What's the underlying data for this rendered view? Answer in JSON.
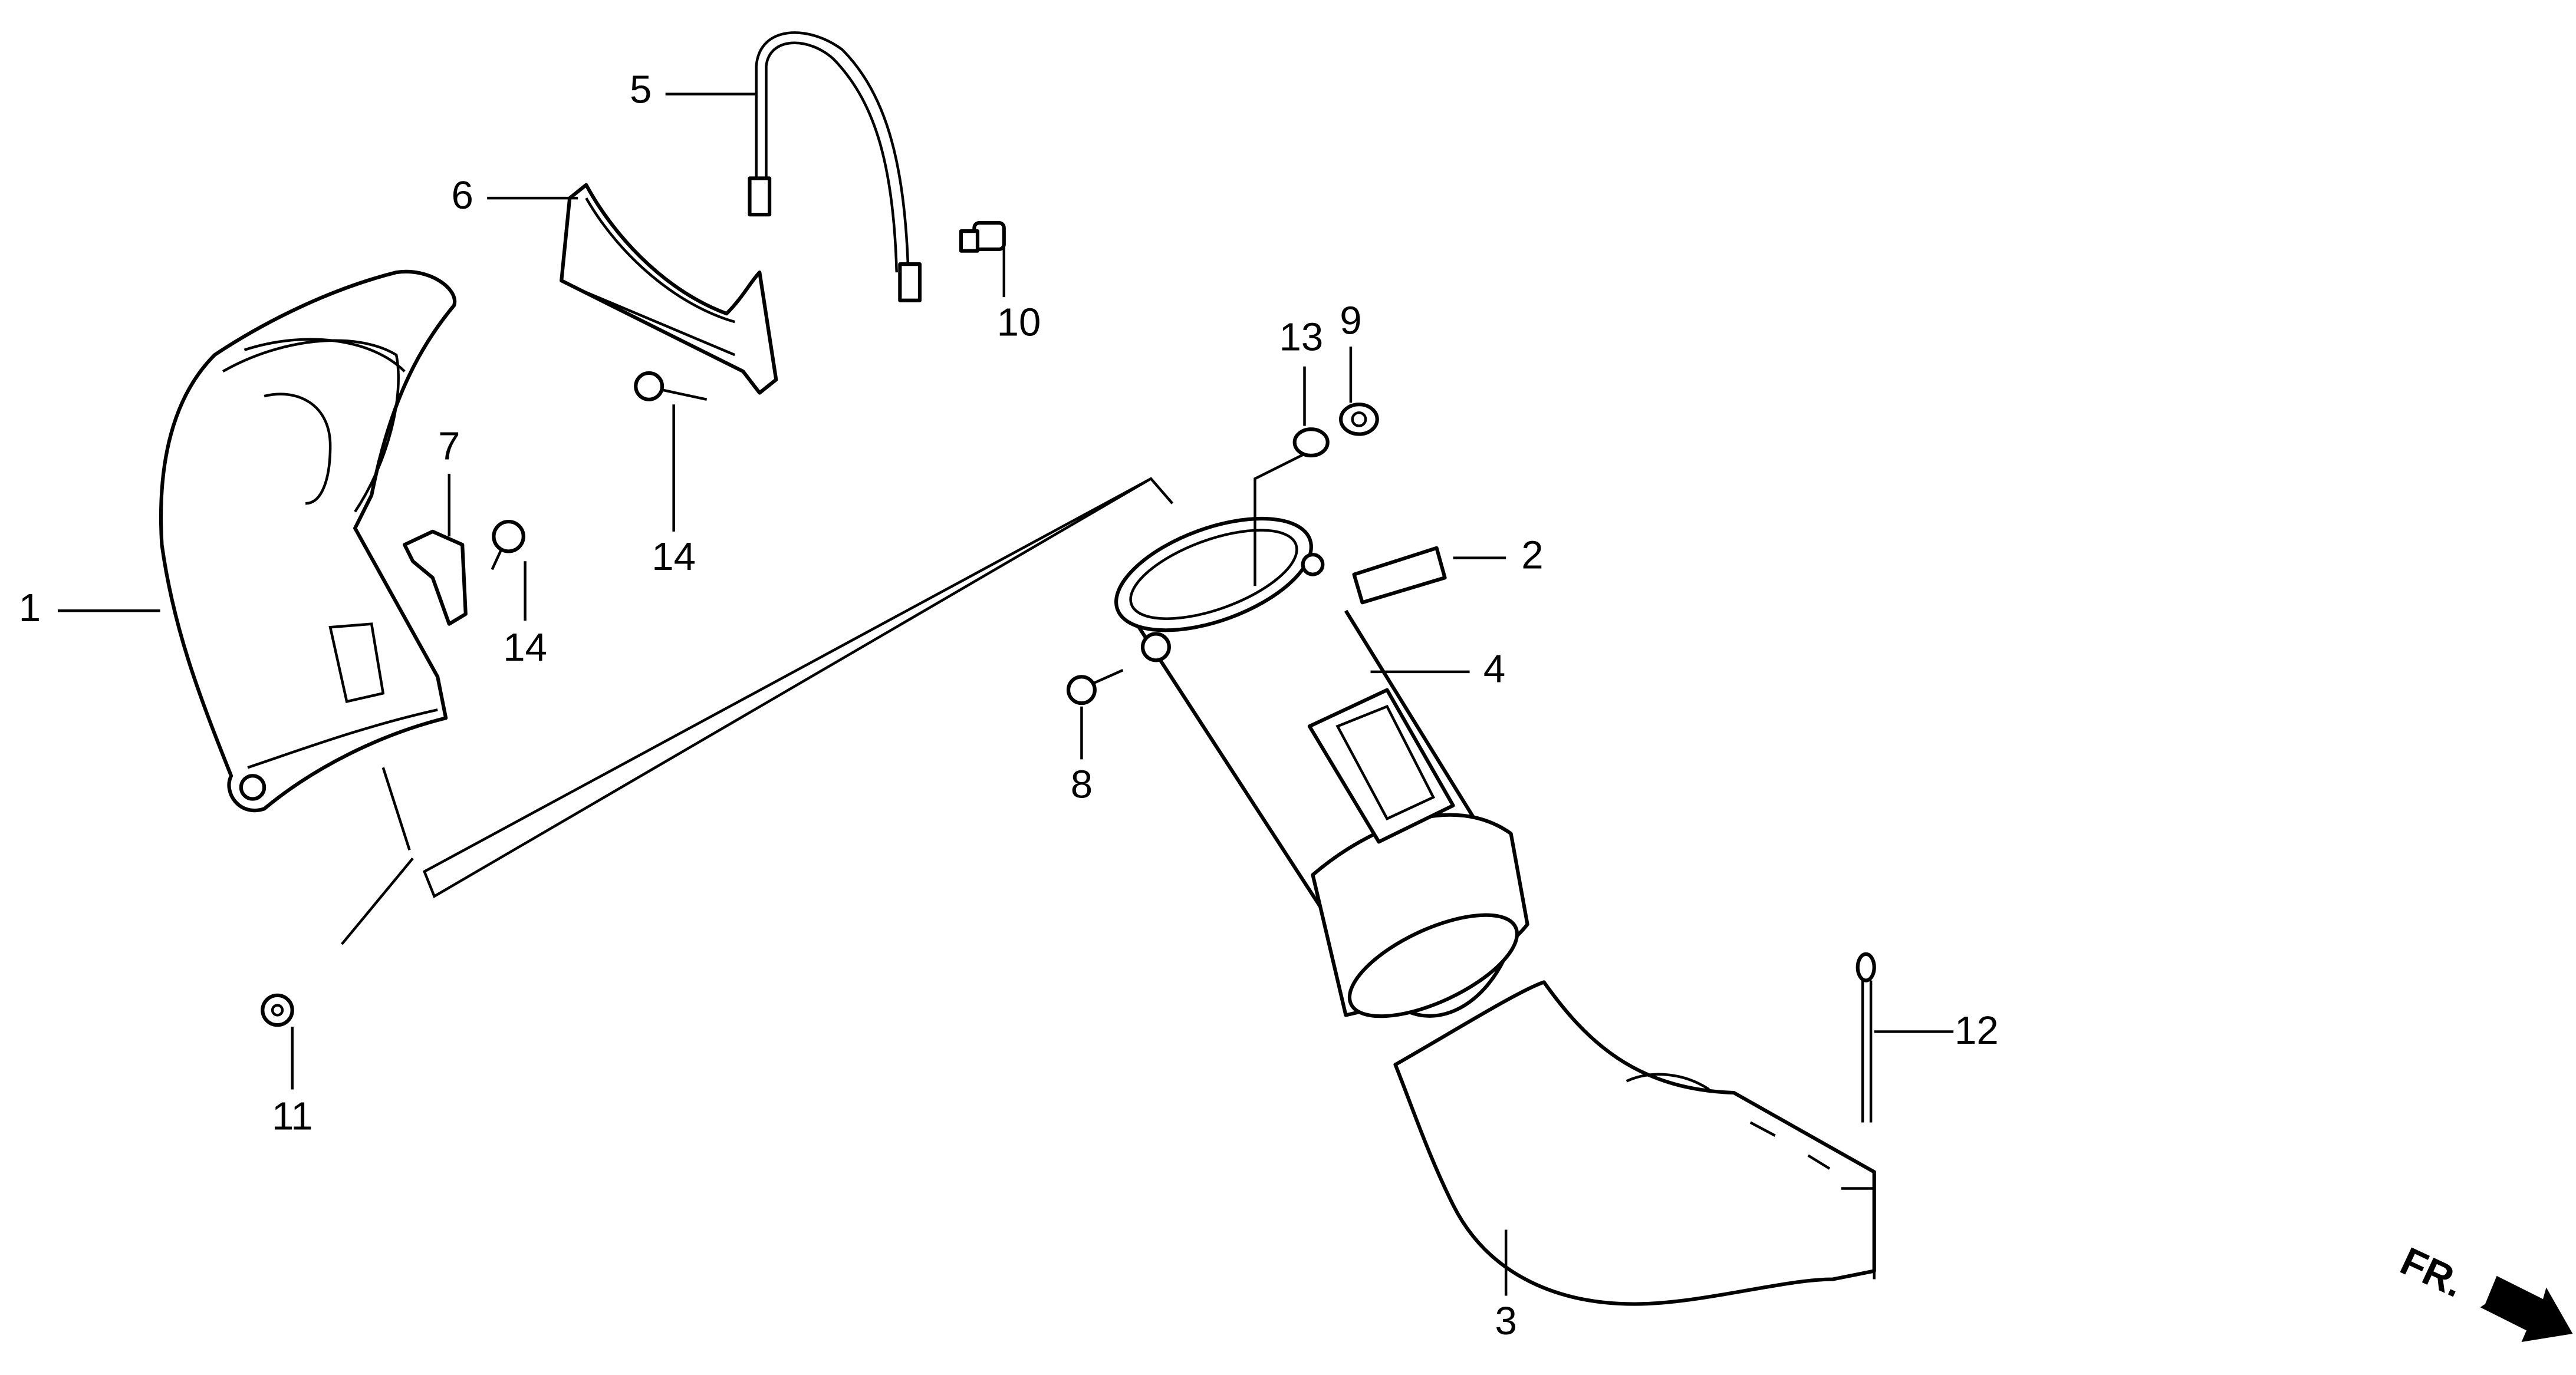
{
  "diagram": {
    "callouts": [
      {
        "number": "1"
      },
      {
        "number": "2"
      },
      {
        "number": "3"
      },
      {
        "number": "4"
      },
      {
        "number": "5"
      },
      {
        "number": "6"
      },
      {
        "number": "7"
      },
      {
        "number": "8"
      },
      {
        "number": "9"
      },
      {
        "number": "10"
      },
      {
        "number": "11"
      },
      {
        "number": "12"
      },
      {
        "number": "13"
      },
      {
        "number": "14"
      },
      {
        "number": "14"
      }
    ],
    "direction_indicator": {
      "label": "FR.",
      "icon": "arrow-right-down-icon"
    }
  }
}
